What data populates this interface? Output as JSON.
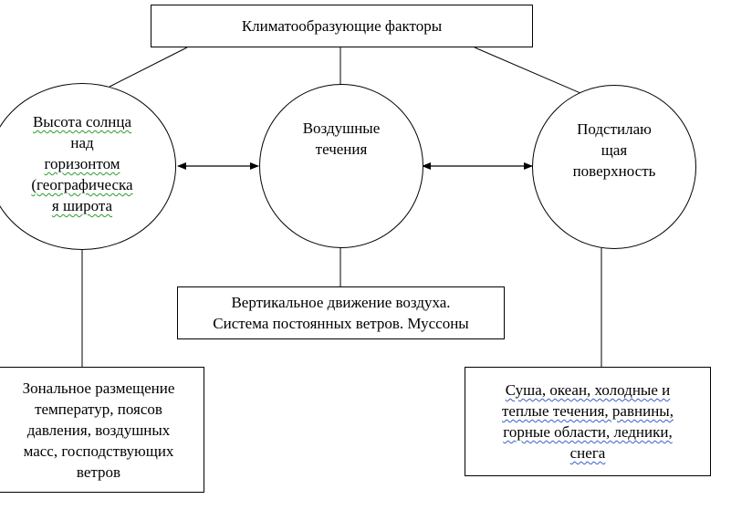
{
  "title_box": {
    "text": "Климатообразующие факторы"
  },
  "circles": {
    "left": {
      "lines": [
        "Высота солнца",
        "над",
        "горизонтом",
        "(географическа",
        "я широта"
      ]
    },
    "center": {
      "lines": [
        "Воздушные",
        "течения"
      ]
    },
    "right": {
      "lines": [
        "Подстилаю",
        "щая",
        "поверхность"
      ]
    }
  },
  "boxes": {
    "center": {
      "lines": [
        "Вертикальное движение воздуха.",
        "Система постоянных ветров. Муссоны"
      ]
    },
    "left": {
      "lines": [
        "Зональное размещение",
        "температур, поясов",
        "давления, воздушных",
        "масс, господствующих",
        "ветров"
      ]
    },
    "right": {
      "lines": [
        "Суша, океан, холодные и",
        "теплые течения, равнины,",
        "горные области, ледники,",
        "снега"
      ]
    }
  },
  "colors": {
    "line": "#000000",
    "spellcheck_green": "#2a9d2a",
    "spellcheck_blue": "#3a5fcd"
  }
}
